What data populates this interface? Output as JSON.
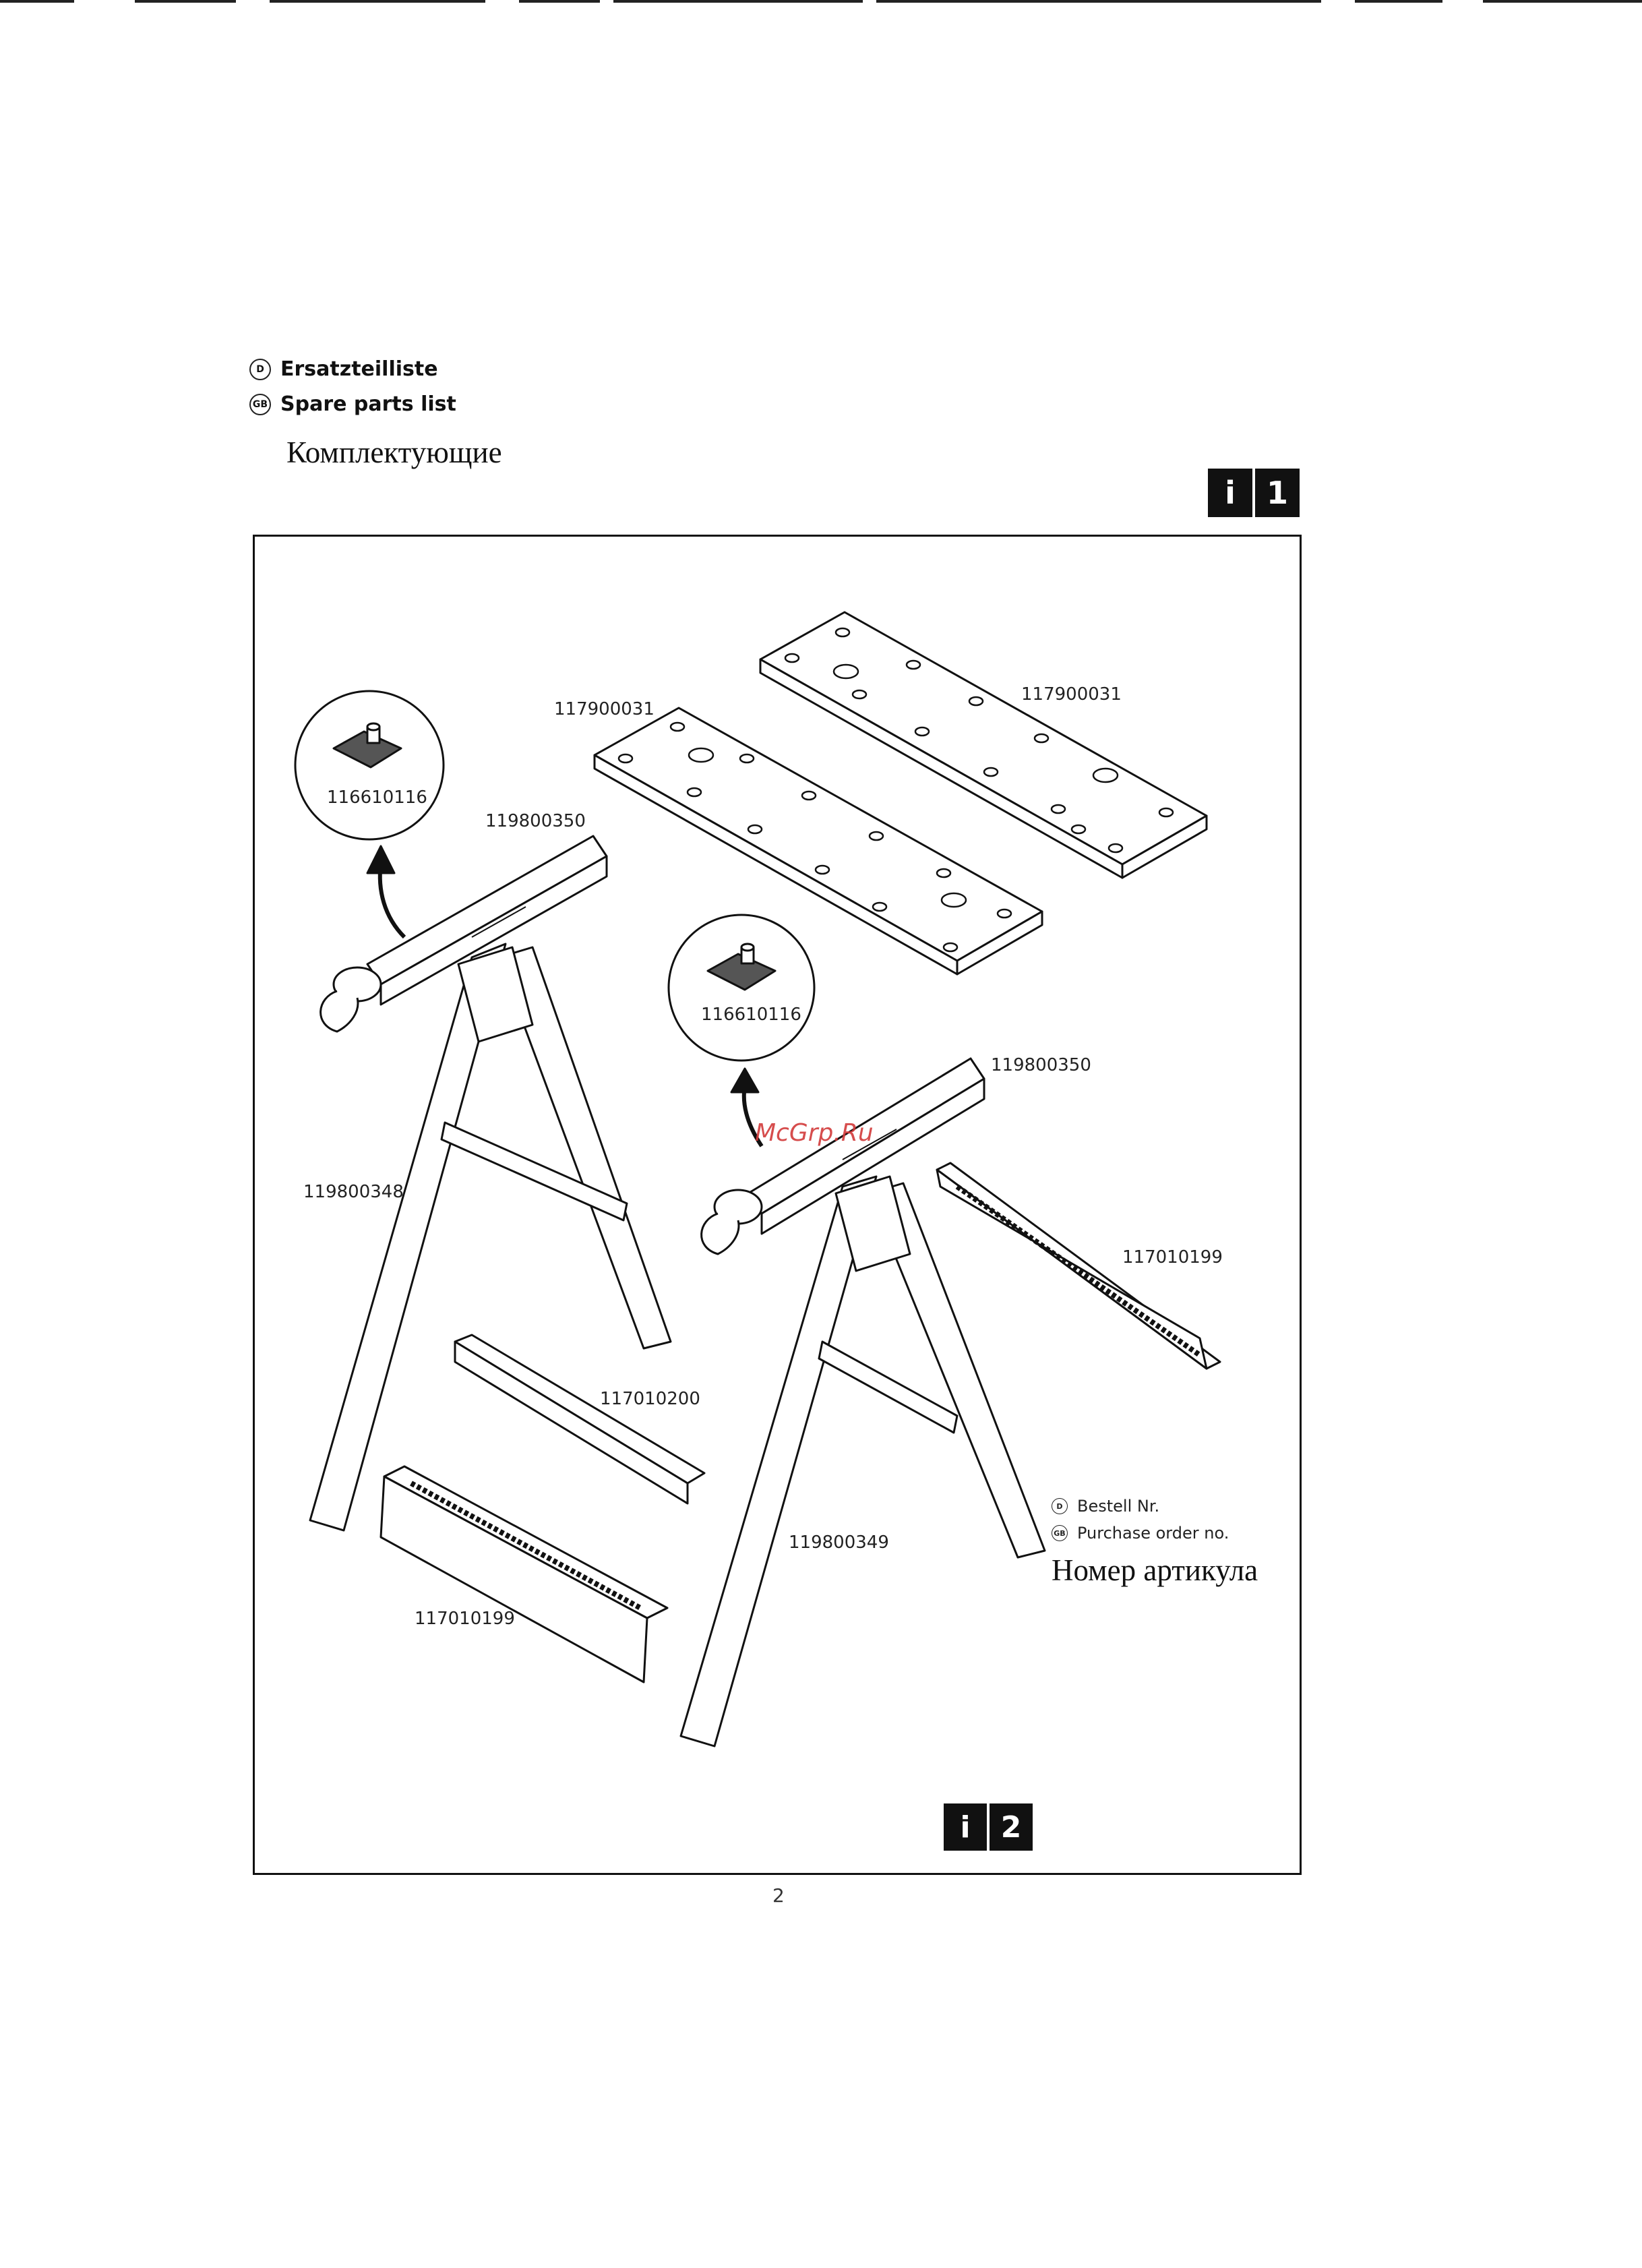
{
  "header": {
    "lang_de_code": "D",
    "lang_de_title": "Ersatzteilliste",
    "lang_gb_code": "GB",
    "lang_gb_title": "Spare parts list",
    "title_ru": "Комплектующие"
  },
  "icons": {
    "top_badge_i": "i",
    "top_badge_num": "1",
    "bottom_badge_i": "i",
    "bottom_badge_num": "2"
  },
  "parts": {
    "board_left": "117900031",
    "board_right": "117900031",
    "clamp_top_left": "116610116",
    "clamp_mid": "116610116",
    "beam_left": "119800350",
    "beam_right": "119800350",
    "leg_left": "119800348",
    "leg_right": "119800349",
    "brace": "117010200",
    "rack_left": "117010199",
    "rack_right": "117010199"
  },
  "legend": {
    "de_code": "D",
    "de_label": "Bestell Nr.",
    "gb_code": "GB",
    "gb_label": "Purchase order no.",
    "ru_label": "Номер артикула"
  },
  "watermark": "McGrp.Ru",
  "page_number": "2"
}
